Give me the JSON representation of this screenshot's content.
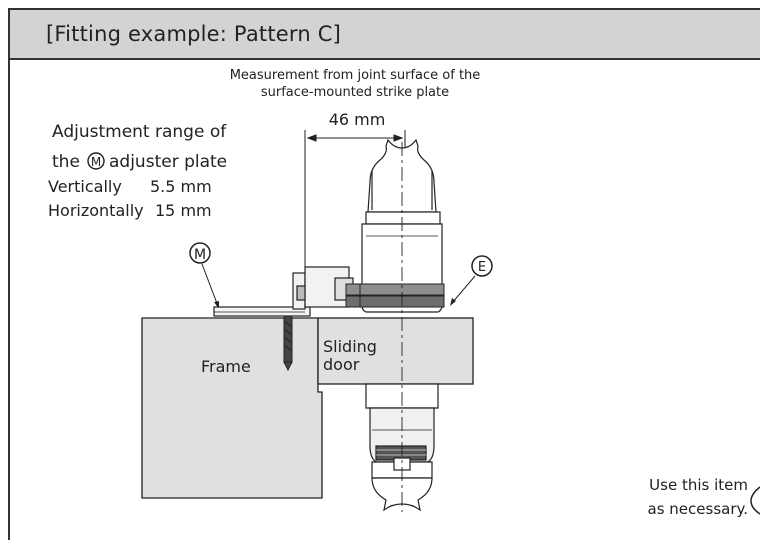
{
  "header": {
    "title": "[Fitting example: Pattern C]"
  },
  "measurement": {
    "line1": "Measurement from joint surface of the",
    "line2": "surface-mounted strike plate",
    "value": "46 mm"
  },
  "adjustment": {
    "line1": "Adjustment range of",
    "line2_prefix": "the",
    "line2_suffix": "adjuster plate",
    "vertical_label": "Vertically",
    "vertical_value": "5.5 mm",
    "horizontal_label": "Horizontally",
    "horizontal_value": "15 mm"
  },
  "markers": {
    "m": "M",
    "e": "E"
  },
  "parts": {
    "frame": "Frame",
    "sliding_door_line1": "Sliding",
    "sliding_door_line2": "door"
  },
  "note": {
    "line1": "Use this item",
    "line2": "as necessary."
  }
}
